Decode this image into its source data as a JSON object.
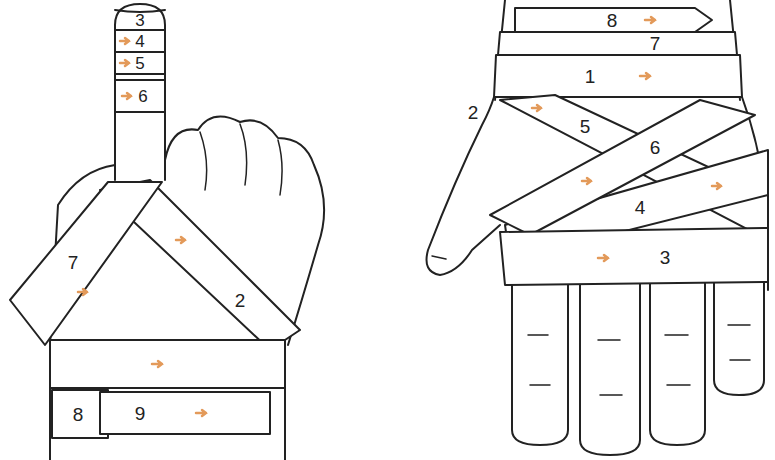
{
  "diagram": {
    "labels": [
      "3",
      "4",
      "5",
      "6",
      "7",
      "2",
      "8",
      "9",
      "8",
      "7",
      "1",
      "2",
      "5",
      "6",
      "4",
      "3"
    ]
  }
}
